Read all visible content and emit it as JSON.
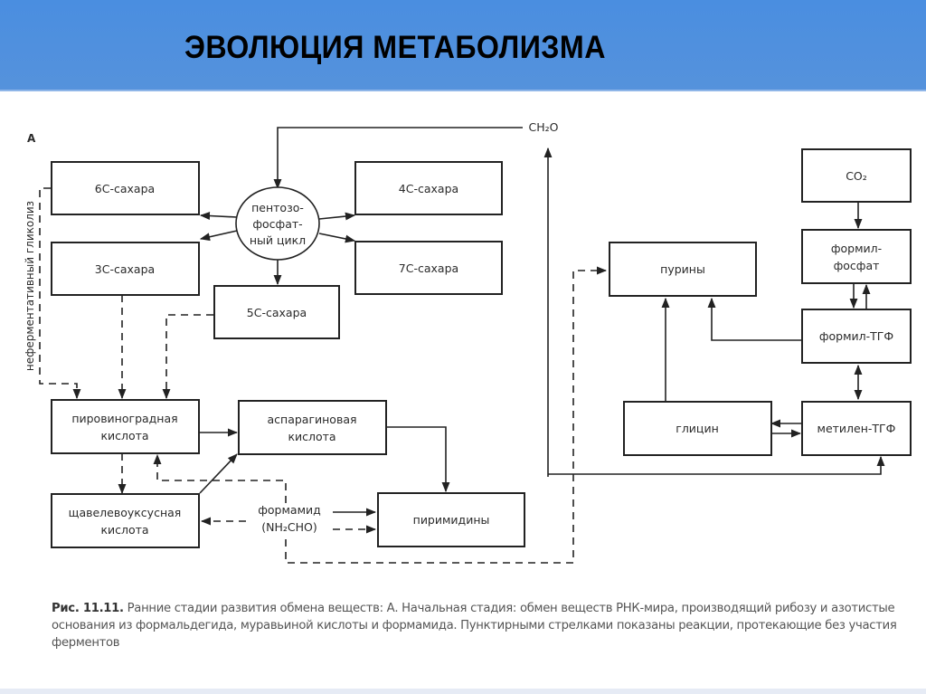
{
  "slide": {
    "title": "ЭВОЛЮЦИЯ МЕТАБОЛИЗМА",
    "header_color": "#4a8ee0"
  },
  "diagram": {
    "panel_label": "А",
    "side_label": "неферментативный гликолиз",
    "nodes": {
      "sugar6c": "6С-сахара",
      "sugar3c": "3С-сахара",
      "sugar4c": "4С-сахара",
      "sugar7c": "7С-сахара",
      "sugar5c": "5С-сахара",
      "ppp_line1": "пентозо-",
      "ppp_line2": "фосфат-",
      "ppp_line3": "ный цикл",
      "ch2o": "CH₂O",
      "pyruvic_line1": "пировиноградная",
      "pyruvic_line2": "кислота",
      "aspartic_line1": "аспарагиновая",
      "aspartic_line2": "кислота",
      "oxaloacetic_line1": "щавелевоуксусная",
      "oxaloacetic_line2": "кислота",
      "formamide_line1": "формамид",
      "formamide_line2": "(NH₂CHO)",
      "pyrimidines": "пиримидины",
      "purines": "пурины",
      "co2": "CO₂",
      "formylphosphate_line1": "формил-",
      "formylphosphate_line2": "фосфат",
      "formyl_thf": "формил-ТГФ",
      "glycine": "глицин",
      "methylene_thf": "метилен-ТГФ"
    }
  },
  "caption": {
    "figure_number": "Рис. 11.11.",
    "text": "Ранние стадии развития обмена веществ: А. Начальная стадия: обмен веществ РНК-мира, производящий рибозу и азотистые основания из формальдегида, муравьиной кислоты и формамида. Пунктирными стрелками показаны реакции, протекающие без участия ферментов"
  }
}
